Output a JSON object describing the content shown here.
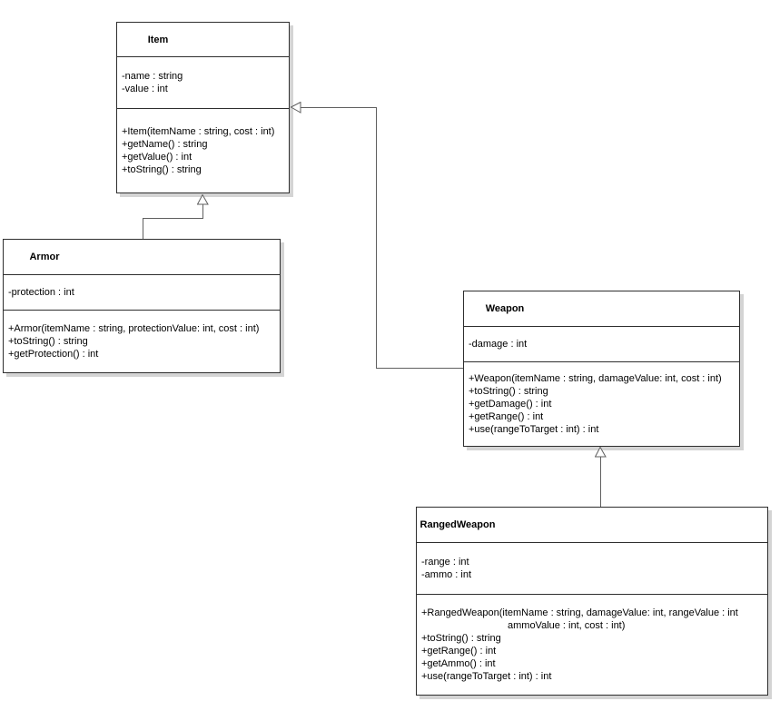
{
  "diagram": {
    "kind": "uml-class-diagram",
    "classes": [
      {
        "name": "Item",
        "attributes": [
          "-name : string",
          "-value : int"
        ],
        "methods": [
          "+Item(itemName : string, cost : int)",
          "+getName() : string",
          "+getValue() : int",
          "+toString() : string"
        ]
      },
      {
        "name": "Armor",
        "attributes": [
          "-protection : int"
        ],
        "methods": [
          "+Armor(itemName : string, protectionValue: int, cost : int)",
          "+toString() : string",
          "+getProtection() : int"
        ]
      },
      {
        "name": "Weapon",
        "attributes": [
          "-damage : int"
        ],
        "methods": [
          "+Weapon(itemName : string, damageValue: int, cost : int)",
          "+toString() : string",
          "+getDamage() : int",
          "+getRange() : int",
          "+use(rangeToTarget : int) : int"
        ]
      },
      {
        "name": "RangedWeapon",
        "attributes": [
          "-range : int",
          "-ammo : int"
        ],
        "methods": [
          "+RangedWeapon(itemName : string, damageValue: int, rangeValue : int",
          "ammoValue : int, cost : int)",
          "+toString() : string",
          "+getRange() : int",
          "+getAmmo() : int",
          "+use(rangeToTarget : int) : int"
        ]
      }
    ],
    "relationships": [
      {
        "from": "Armor",
        "to": "Item",
        "type": "generalization"
      },
      {
        "from": "Weapon",
        "to": "Item",
        "type": "generalization"
      },
      {
        "from": "RangedWeapon",
        "to": "Weapon",
        "type": "generalization"
      }
    ],
    "colors": {
      "box_border": "#2e2e2e",
      "connector": "#5f5f5f",
      "shadow": "#d4d4d4",
      "background": "#ffffff"
    }
  }
}
